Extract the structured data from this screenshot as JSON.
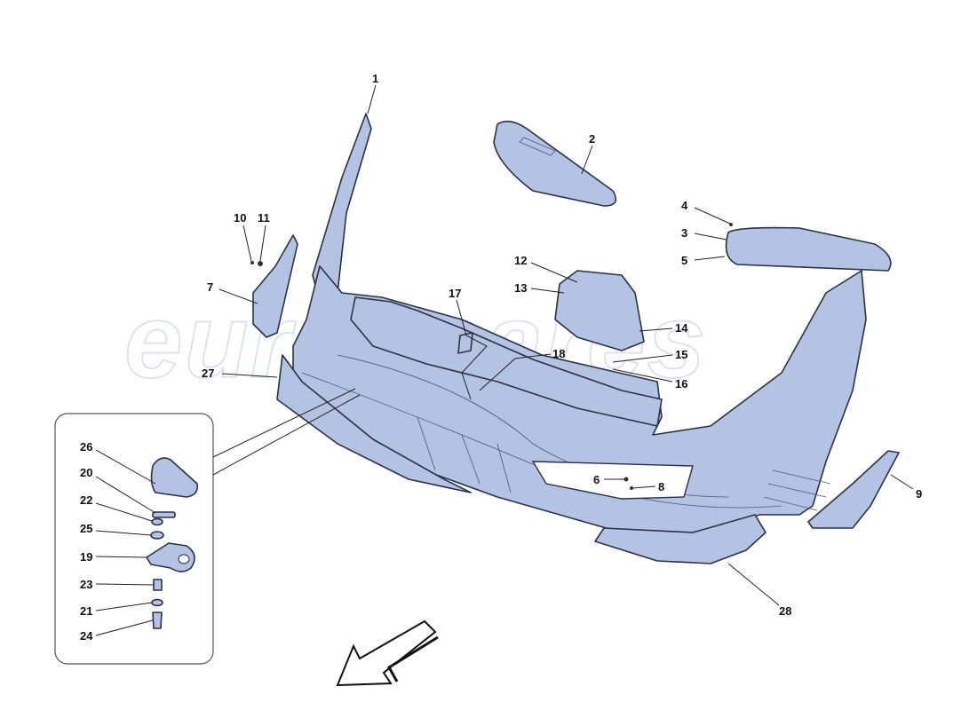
{
  "watermark": "eurospares",
  "colors": {
    "part_fill": "#b4c3e4",
    "outline": "#2a3145"
  },
  "icons": {
    "direction_arrow": "arrow-down-left-icon"
  },
  "callouts": [
    {
      "id": "1",
      "label": "1"
    },
    {
      "id": "2",
      "label": "2"
    },
    {
      "id": "3",
      "label": "3"
    },
    {
      "id": "4",
      "label": "4"
    },
    {
      "id": "5",
      "label": "5"
    },
    {
      "id": "6",
      "label": "6"
    },
    {
      "id": "7",
      "label": "7"
    },
    {
      "id": "8",
      "label": "8"
    },
    {
      "id": "9",
      "label": "9"
    },
    {
      "id": "10",
      "label": "10"
    },
    {
      "id": "11",
      "label": "11"
    },
    {
      "id": "12",
      "label": "12"
    },
    {
      "id": "13",
      "label": "13"
    },
    {
      "id": "14",
      "label": "14"
    },
    {
      "id": "15",
      "label": "15"
    },
    {
      "id": "16",
      "label": "16"
    },
    {
      "id": "17",
      "label": "17"
    },
    {
      "id": "18",
      "label": "18"
    },
    {
      "id": "19",
      "label": "19"
    },
    {
      "id": "20",
      "label": "20"
    },
    {
      "id": "21",
      "label": "21"
    },
    {
      "id": "22",
      "label": "22"
    },
    {
      "id": "23",
      "label": "23"
    },
    {
      "id": "24",
      "label": "24"
    },
    {
      "id": "25",
      "label": "25"
    },
    {
      "id": "26",
      "label": "26"
    },
    {
      "id": "27",
      "label": "27"
    },
    {
      "id": "28",
      "label": "28"
    }
  ]
}
